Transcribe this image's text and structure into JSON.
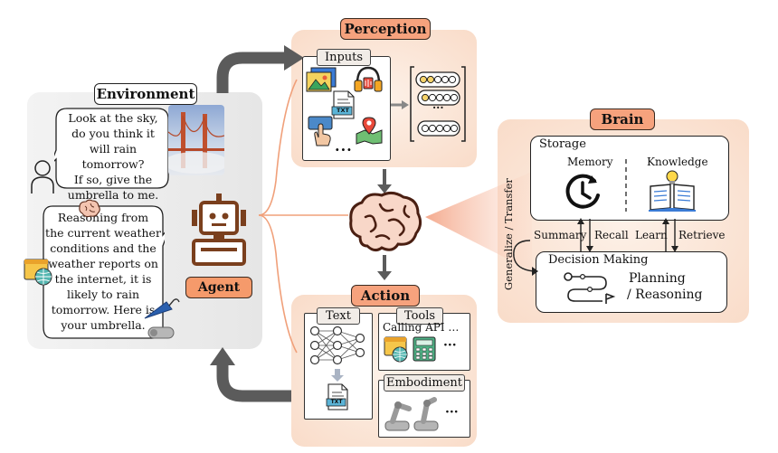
{
  "environment": {
    "title": "Environment",
    "human_question": [
      "Look at the sky,",
      "do you think it",
      "will rain tomorrow?",
      "If so, give the",
      "umbrella to me."
    ],
    "agent_answer": [
      "Reasoning from",
      "the current weather",
      "conditions and the",
      "weather reports on",
      "the internet, it is",
      "likely to rain",
      "tomorrow. Here is",
      "your umbrella."
    ]
  },
  "agent": {
    "label": "Agent"
  },
  "perception": {
    "title": "Perception",
    "inputs_label": "Inputs",
    "txt_icon_label": "TXT",
    "ellipsis": "···",
    "vector_ellipsis": "···"
  },
  "brain": {
    "title": "Brain",
    "storage_label": "Storage",
    "memory_label": "Memory",
    "knowledge_label": "Knowledge",
    "summary_label": "Summary",
    "recall_label": "Recall",
    "learn_label": "Learn",
    "retrieve_label": "Retrieve",
    "decision_label": "Decision Making",
    "planning_label": [
      "Planning",
      "/ Reasoning"
    ],
    "generalize_label": "Generalize / Transfer"
  },
  "action": {
    "title": "Action",
    "text_label": "Text",
    "tools_label": "Tools",
    "calling_api_label": "Calling API …",
    "tools_ellipsis": "···",
    "embodiment_label": "Embodiment",
    "embodiment_ellipsis": "···",
    "txt_icon_label": "TXT"
  },
  "colors": {
    "accent_orange": "#f6a27d",
    "panel_peach": "#fbe9dc",
    "env_gray": "#ececec",
    "arrow_gray": "#5b5b5b",
    "agent_brown": "#7a3f1d",
    "agent_label_orange": "#f59a6b"
  }
}
